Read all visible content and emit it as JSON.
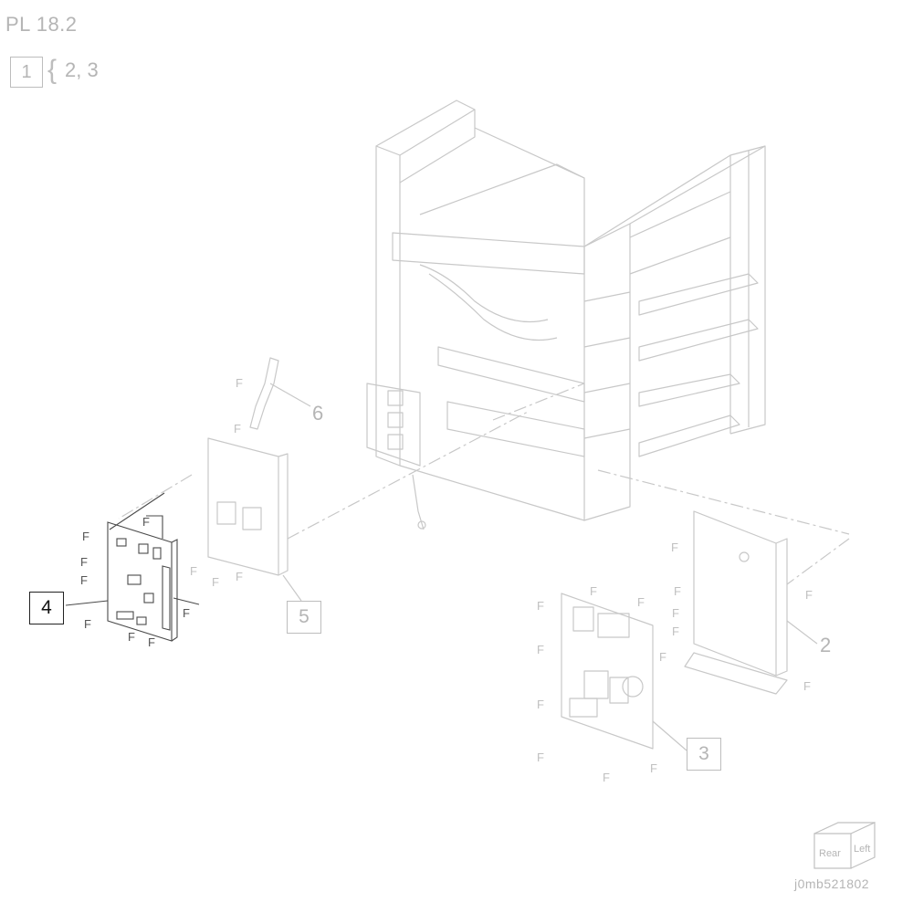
{
  "header": {
    "title": "PL 18.2",
    "ref_box": "1",
    "ref_list": "2, 3"
  },
  "callouts": {
    "active_box": "4",
    "box_5": "5",
    "box_3": "3",
    "label_6": "6",
    "label_2": "2"
  },
  "fastener_label": "F",
  "orientation": {
    "rear": "Rear",
    "left": "Left"
  },
  "image_id": "j0mb521802",
  "colors": {
    "active": "#111111",
    "inactive": "#b5b5b5",
    "line": "#c8c8c8"
  }
}
